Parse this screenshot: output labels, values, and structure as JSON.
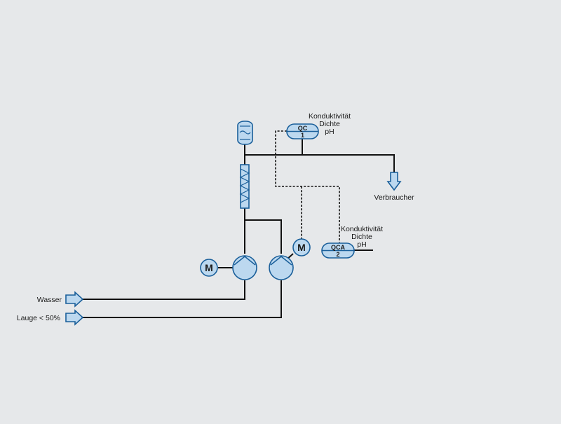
{
  "colors": {
    "background": "#e6e8ea",
    "equipment_fill": "#bcd8ef",
    "equipment_stroke": "#1a5f9a",
    "line": "#111111"
  },
  "inputs": {
    "water": "Wasser",
    "lye": "Lauge < 50%"
  },
  "output": {
    "consumer": "Verbraucher"
  },
  "instruments": {
    "qc1": {
      "tag": "QC",
      "number": "1",
      "lines": [
        "Konduktivität",
        "Dichte",
        "pH"
      ]
    },
    "qca2": {
      "tag": "QCA",
      "number": "2",
      "lines": [
        "Konduktivität",
        "Dichte",
        "pH"
      ]
    }
  },
  "motors": {
    "motor1": "M",
    "motor2": "M"
  }
}
